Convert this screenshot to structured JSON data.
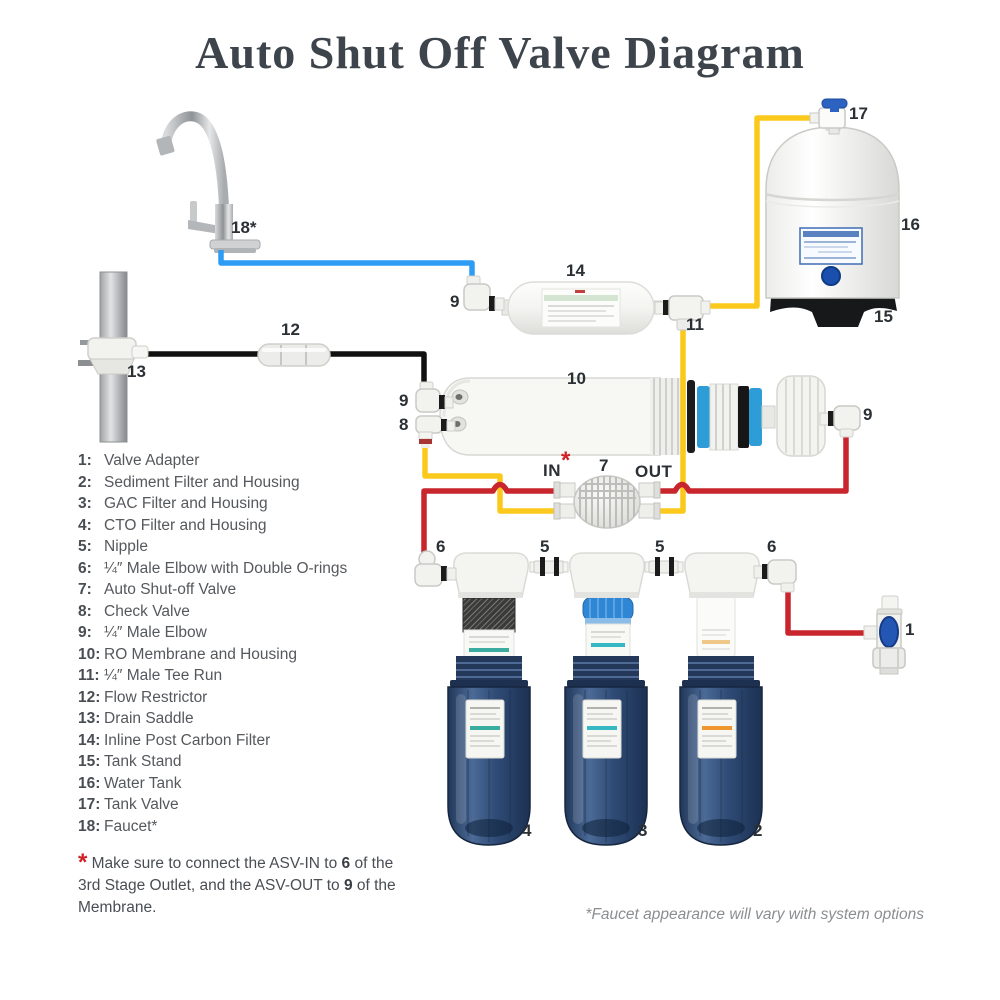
{
  "title": "Auto Shut Off Valve Diagram",
  "legend": {
    "items": [
      {
        "num": "1:",
        "label": "Valve Adapter"
      },
      {
        "num": "2:",
        "label": "Sediment Filter and Housing"
      },
      {
        "num": "3:",
        "label": "GAC Filter and Housing"
      },
      {
        "num": "4:",
        "label": "CTO Filter and Housing"
      },
      {
        "num": "5:",
        "label": "Nipple"
      },
      {
        "num": "6:",
        "label": "¼″ Male Elbow with Double O-rings"
      },
      {
        "num": "7:",
        "label": "Auto Shut-off Valve"
      },
      {
        "num": "8:",
        "label": "Check Valve"
      },
      {
        "num": "9:",
        "label": "¼″ Male Elbow"
      },
      {
        "num": "10:",
        "label": "RO Membrane and Housing"
      },
      {
        "num": "11:",
        "label": "¼″ Male Tee Run"
      },
      {
        "num": "12:",
        "label": "Flow Restrictor"
      },
      {
        "num": "13:",
        "label": "Drain Saddle"
      },
      {
        "num": "14:",
        "label": "Inline Post Carbon Filter"
      },
      {
        "num": "15:",
        "label": "Tank Stand"
      },
      {
        "num": "16:",
        "label": "Water Tank"
      },
      {
        "num": "17:",
        "label": "Tank Valve"
      },
      {
        "num": "18:",
        "label": "Faucet*"
      }
    ]
  },
  "callouts": {
    "faucet": "18*",
    "post_carbon_filter": "14",
    "post_carbon_elbow": "9",
    "tee_run": "11",
    "tank_valve": "17",
    "water_tank": "16",
    "tank_stand": "15",
    "flow_restrictor": "12",
    "drain_saddle": "13",
    "membrane": "10",
    "membrane_drain_elbow": "9",
    "check_valve": "8",
    "membrane_out_elbow": "9",
    "asv": "7",
    "asv_in": "IN",
    "asv_in_asterisk": "*",
    "asv_out": "OUT",
    "stage3_out_elbow": "6",
    "nipple_left": "5",
    "nipple_right": "5",
    "stage1_in_elbow": "6",
    "valve_adapter": "1",
    "housing_cto": "4",
    "housing_gac": "3",
    "housing_sediment": "2"
  },
  "footnote": {
    "asterisk": "*",
    "text_1": " Make sure to connect the ASV-IN to ",
    "bold_1": "6",
    "text_2": " of the 3rd Stage Outlet, and the ASV-OUT to ",
    "bold_2": "9",
    "text_3": " of the Membrane."
  },
  "disclaimer": "*Faucet appearance will vary with system options",
  "colors": {
    "tube_blue": "#2D9CF4",
    "tube_yellow": "#FBC81C",
    "tube_red": "#C8252C",
    "tube_black": "#111111",
    "tank_handle_blue": "#2D63C0",
    "title_color": "#3D444B"
  }
}
